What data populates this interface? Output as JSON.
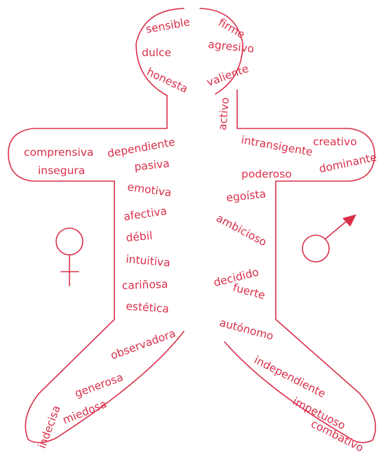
{
  "colors": {
    "ink": "#d9304a",
    "background": "#ffffff"
  },
  "symbols": {
    "female": "venus-symbol-icon",
    "male": "mars-symbol-icon"
  },
  "female_words": {
    "head": [
      "sensible",
      "dulce",
      "honesta"
    ],
    "arm": [
      "comprensiva",
      "dependiente",
      "insegura",
      "pasiva"
    ],
    "torso": [
      "emotiva",
      "afectiva",
      "débil",
      "intuitiva",
      "cariñosa",
      "estética"
    ],
    "leg": [
      "observadora",
      "generosa",
      "miedosa",
      "indecisa"
    ]
  },
  "male_words": {
    "head": [
      "firme",
      "agresivo",
      "valiente"
    ],
    "neck": [
      "activo"
    ],
    "arm": [
      "creativo",
      "intransigente",
      "dominante",
      "poderoso"
    ],
    "torso": [
      "egoísta",
      "ambicioso",
      "decidido",
      "fuerte"
    ],
    "leg": [
      "autónomo",
      "independiente",
      "impetuoso",
      "combativo"
    ]
  }
}
